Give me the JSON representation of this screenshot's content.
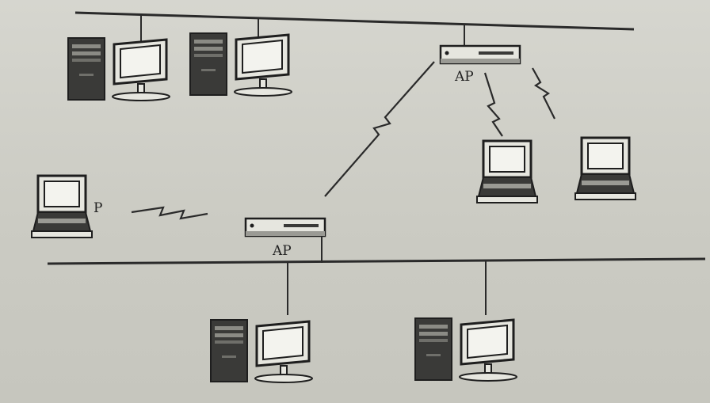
{
  "labels": {
    "ap_top": "AP",
    "ap_bottom": "AP",
    "laptop_p": "P"
  },
  "colors": {
    "ink": "#2a2a2a",
    "paper": "#cfcfc7",
    "device_fill": "#e6e6df",
    "tower_fill": "#3a3a38",
    "screen_fill": "#f3f3ee"
  }
}
